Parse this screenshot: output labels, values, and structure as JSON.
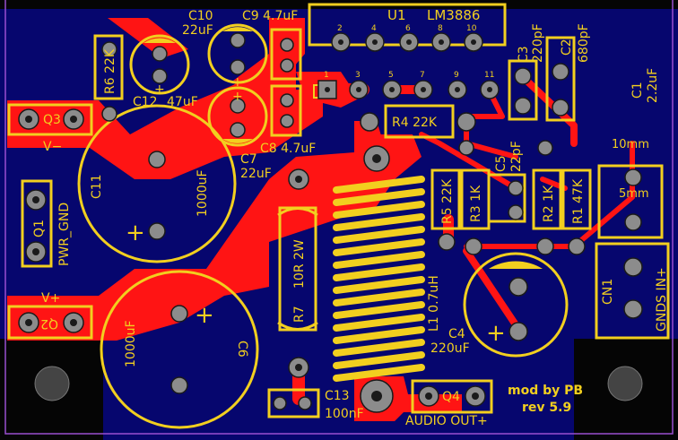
{
  "board": {
    "copper_color": "#ff1414",
    "ground_color": "#06066e",
    "silk_color": "#f2cf1f",
    "pad_color": "#8c8c8c",
    "outline_color": "#9a4fd0"
  },
  "labels": {
    "u1": "U1",
    "lm3886": "LM3886",
    "pins": [
      "2",
      "4",
      "6",
      "8",
      "10",
      "1",
      "3",
      "5",
      "7",
      "9",
      "11"
    ],
    "c10": "C10",
    "c10_val": "22uF",
    "c9": "C9 4.7uF",
    "c12": "C12",
    "c12_val": "47uF",
    "r6": "R6 22K",
    "q3": "Q3",
    "v_minus": "V−",
    "c8": "C8 4.7uF",
    "c7": "C7",
    "c7_val": "22uF",
    "r4": "R4 22K",
    "c3": "C3",
    "c3_val": "220pF",
    "c2": "C2",
    "c2_val": "680pF",
    "c1": "C1",
    "c1_val": "2.2uF",
    "c5": "C5",
    "c5_val": "22pF",
    "r5": "R5 22K",
    "r3": "R3 1K",
    "r2": "R2 1K",
    "r1": "R1 47K",
    "mm10": "10mm",
    "mm5": "5mm",
    "c11": "C11",
    "c11_val": "1000uF",
    "q1": "Q1",
    "pwr_gnd": "PWR_GND",
    "v_plus": "V+",
    "q2": "Q2",
    "c6": "C6",
    "c6_val": "1000uF",
    "r7": "R7",
    "r7_val": "10R 2W",
    "l1": "L1 0.7uH",
    "c4": "C4",
    "c4_val": "220uF",
    "cn1": "CN1",
    "gnds_in": "GNDS IN+",
    "c13": "C13",
    "c13_val": "100nF",
    "q4": "Q4",
    "audio_out": "AUDIO OUT+",
    "credit1": "mod by PB",
    "credit2": "rev 5.9",
    "plus": "+"
  }
}
